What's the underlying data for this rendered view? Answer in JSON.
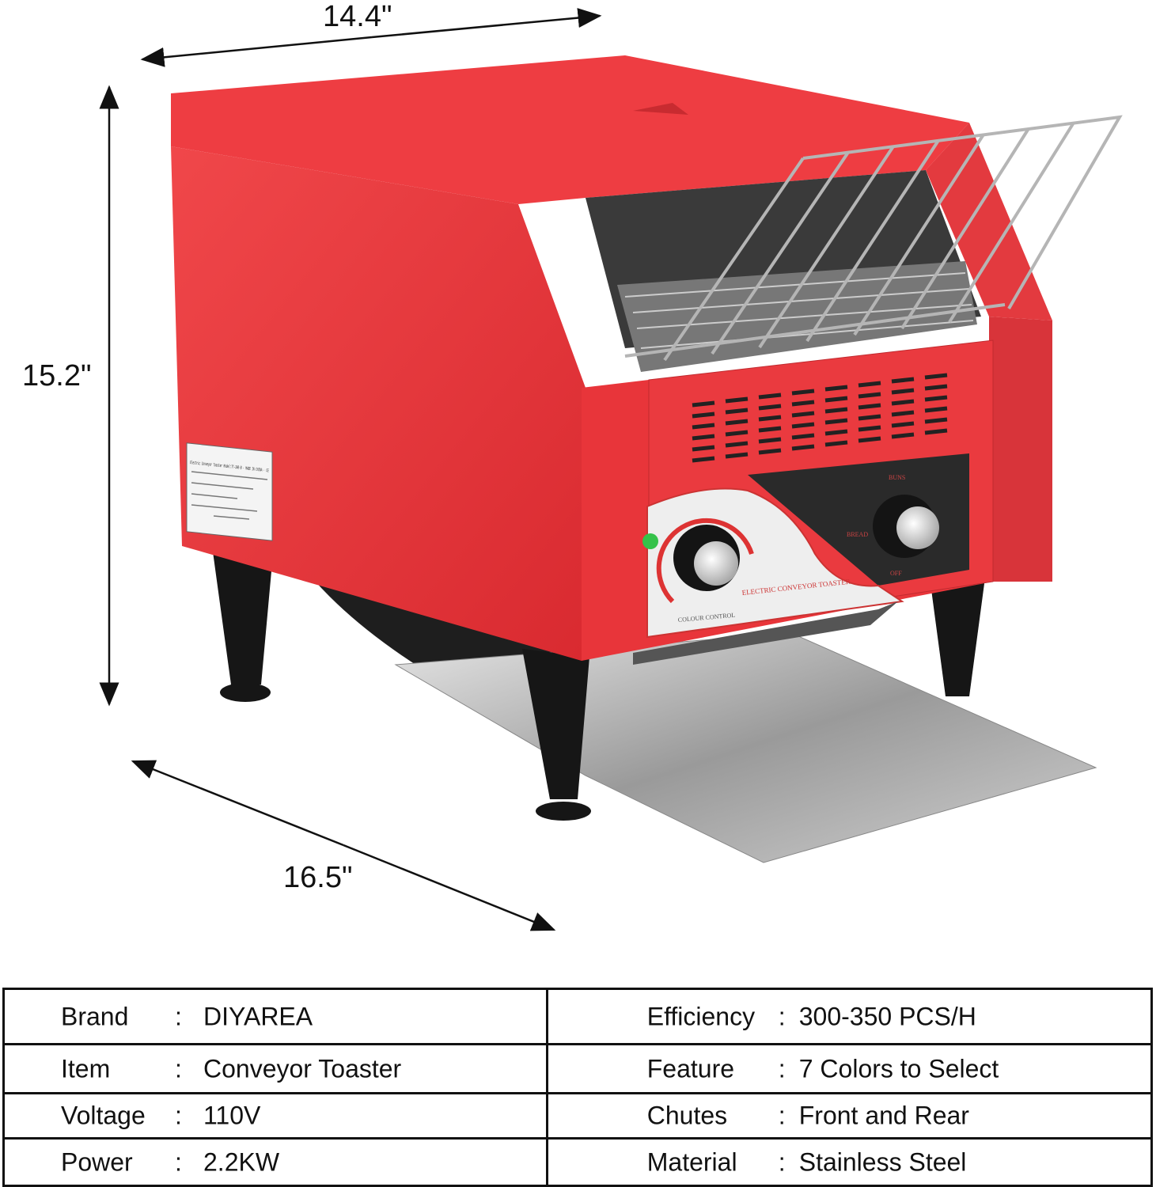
{
  "dimensions": {
    "width": "14.4\"",
    "height": "15.2\"",
    "depth": "16.5\""
  },
  "panel_text": {
    "brand_line": "ELECTRIC CONVEYOR TOASTER",
    "colour_control": "COLOUR CONTROL",
    "buns": "BUNS",
    "bread": "BREAD",
    "off": "OFF"
  },
  "rating_label": "Electric Conveyor Toaster  Model:TT-300-B · MADE IN CHINA · CE",
  "colors": {
    "body": "#e8353a",
    "panel_dark": "#2a2a2a",
    "steel": "#b9b9b9",
    "indicator": "#35c24a"
  },
  "specs": [
    {
      "left": {
        "label": "Brand",
        "value": "DIYAREA"
      },
      "right": {
        "label": "Efficiency",
        "value": "300-350 PCS/H"
      }
    },
    {
      "left": {
        "label": "Item",
        "value": "Conveyor Toaster"
      },
      "right": {
        "label": "Feature",
        "value": "7 Colors to Select"
      }
    },
    {
      "left": {
        "label": "Voltage",
        "value": "110V"
      },
      "right": {
        "label": "Chutes",
        "value": "Front and Rear"
      }
    },
    {
      "left": {
        "label": "Power",
        "value": "2.2KW"
      },
      "right": {
        "label": "Material",
        "value": "Stainless Steel"
      }
    }
  ],
  "separator": ":"
}
